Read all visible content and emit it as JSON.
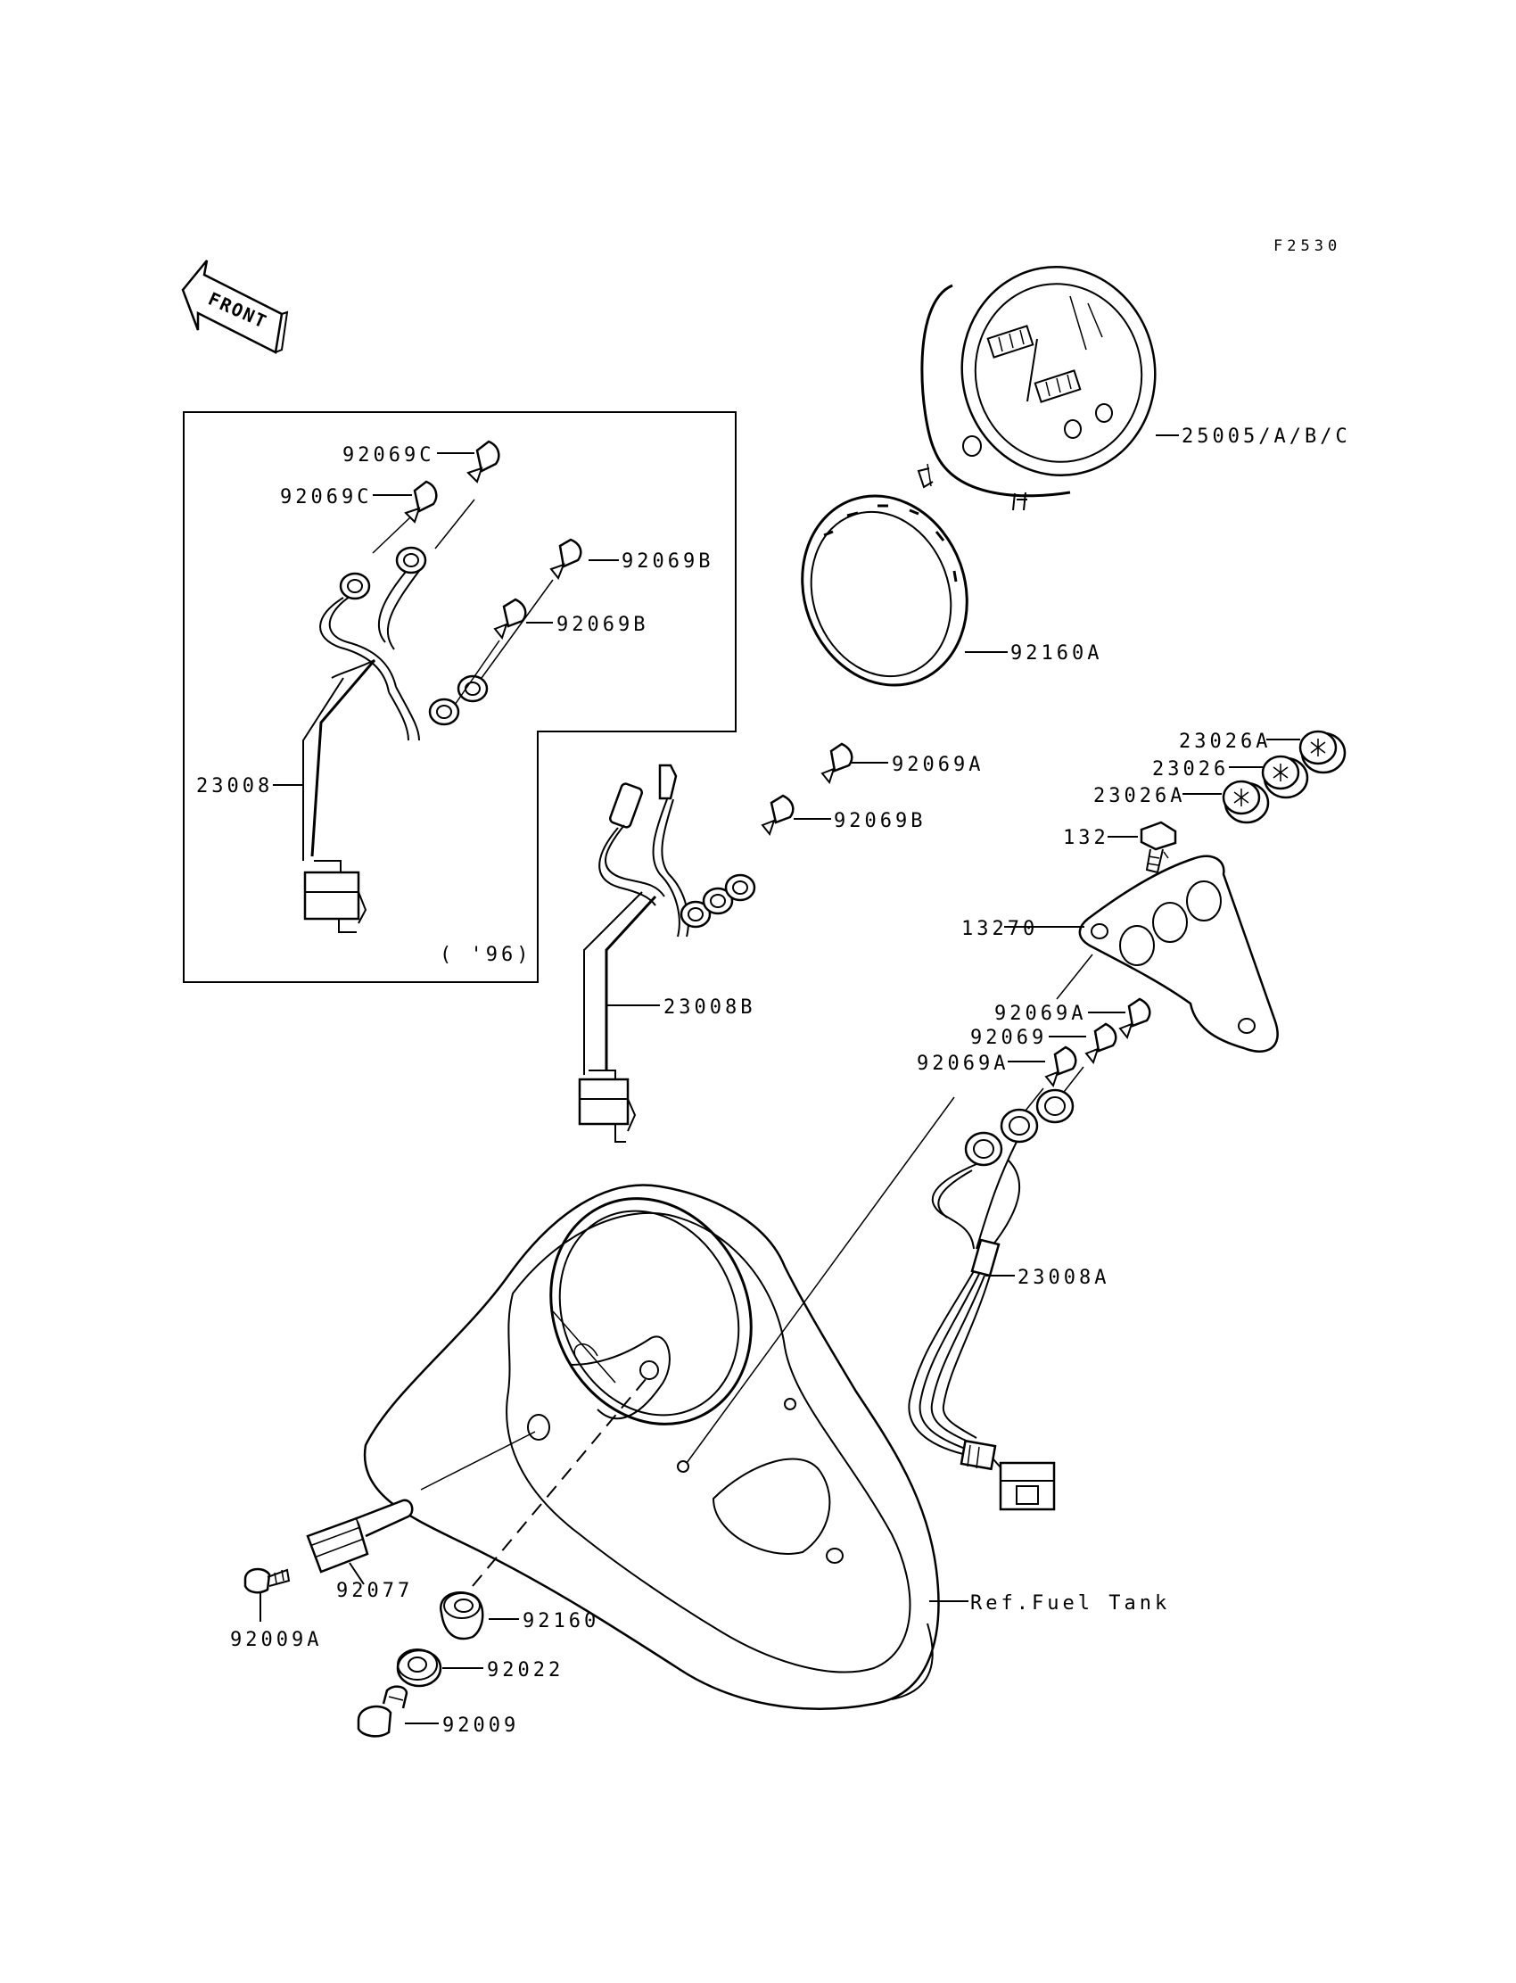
{
  "figure_code": "F2530",
  "front_label": "FRONT",
  "inset_note": "( '96)",
  "labels": {
    "p25005": "25005/A/B/C",
    "p92160A": "92160A",
    "p92069C_1": "92069C",
    "p92069C_2": "92069C",
    "p92069B_1": "92069B",
    "p92069B_2": "92069B",
    "p92069B_3": "92069B",
    "p92069A_1": "92069A",
    "p23008": "23008",
    "p23008B": "23008B",
    "p23026A_1": "23026A",
    "p23026": "23026",
    "p23026A_2": "23026A",
    "p132": "132",
    "p13270": "13270",
    "p92069A_2": "92069A",
    "p92069": "92069",
    "p92069A_3": "92069A",
    "p23008A": "23008A",
    "pFuelTank": "Ref.Fuel Tank",
    "p92077": "92077",
    "p92009A": "92009A",
    "p92160": "92160",
    "p92022": "92022",
    "p92009": "92009"
  }
}
